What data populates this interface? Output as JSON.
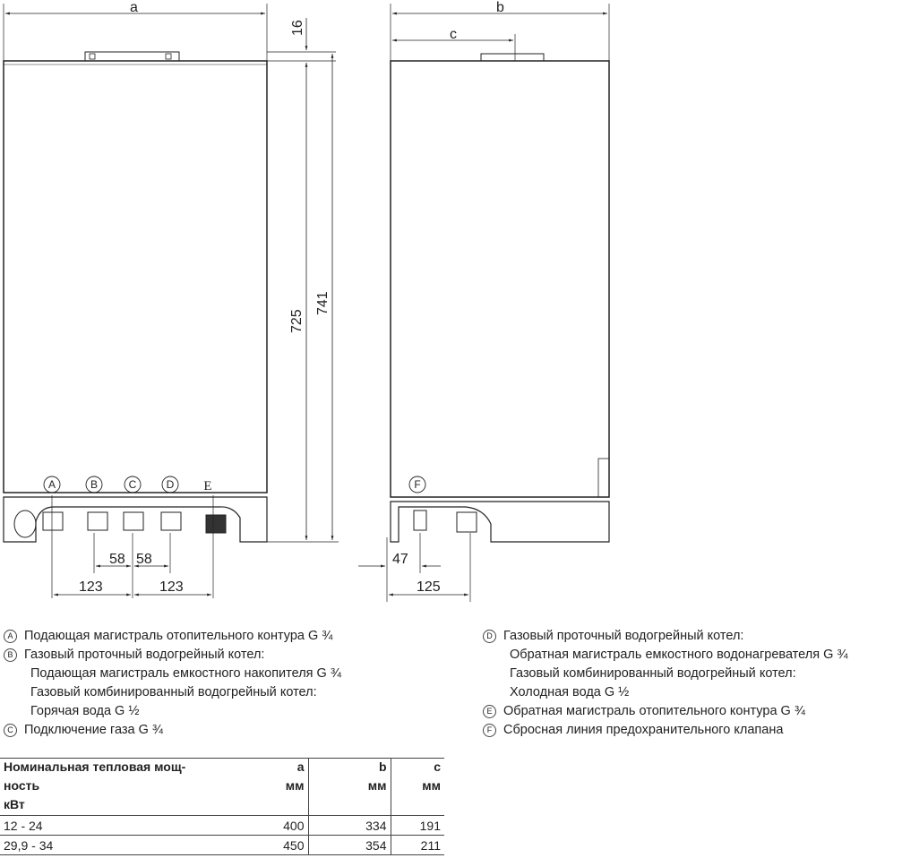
{
  "drawing": {
    "dim_a": "a",
    "dim_b": "b",
    "dim_c": "c",
    "dim_16": "16",
    "dim_725": "725",
    "dim_741": "741",
    "dim_58_left": "58",
    "dim_58_right": "58",
    "dim_123_left": "123",
    "dim_123_right": "123",
    "dim_47": "47",
    "dim_125": "125",
    "markers": [
      "A",
      "B",
      "C",
      "D",
      "E",
      "F"
    ]
  },
  "legend": {
    "left": [
      {
        "marker": "A",
        "lines": [
          "Подающая магистраль отопительного контура G ¾"
        ]
      },
      {
        "marker": "B",
        "lines": [
          "Газовый проточный водогрейный котел:",
          "Подающая магистраль емкостного накопителя G ¾",
          "Газовый комбинированный водогрейный котел:",
          "Горячая вода G ½"
        ]
      },
      {
        "marker": "C",
        "lines": [
          "Подключение газа G ¾"
        ]
      }
    ],
    "right": [
      {
        "marker": "D",
        "lines": [
          "Газовый проточный водогрейный котел:",
          "Обратная магистраль емкостного водонагревателя G ¾",
          "Газовый комбинированный водогрейный котел:",
          "Холодная вода G ½"
        ]
      },
      {
        "marker": "E",
        "lines": [
          "Обратная магистраль отопительного контура G ¾"
        ]
      },
      {
        "marker": "F",
        "lines": [
          "Сбросная линия предохранительного клапана"
        ]
      }
    ]
  },
  "table": {
    "header": [
      [
        "Номинальная тепловая мощ-",
        "a",
        "b",
        "c"
      ],
      [
        "ность",
        "мм",
        "мм",
        "мм"
      ],
      [
        "кВт",
        "",
        "",
        ""
      ]
    ],
    "rows": [
      [
        "12 - 24",
        "400",
        "334",
        "191"
      ],
      [
        "29,9 - 34",
        "450",
        "354",
        "211"
      ]
    ]
  }
}
